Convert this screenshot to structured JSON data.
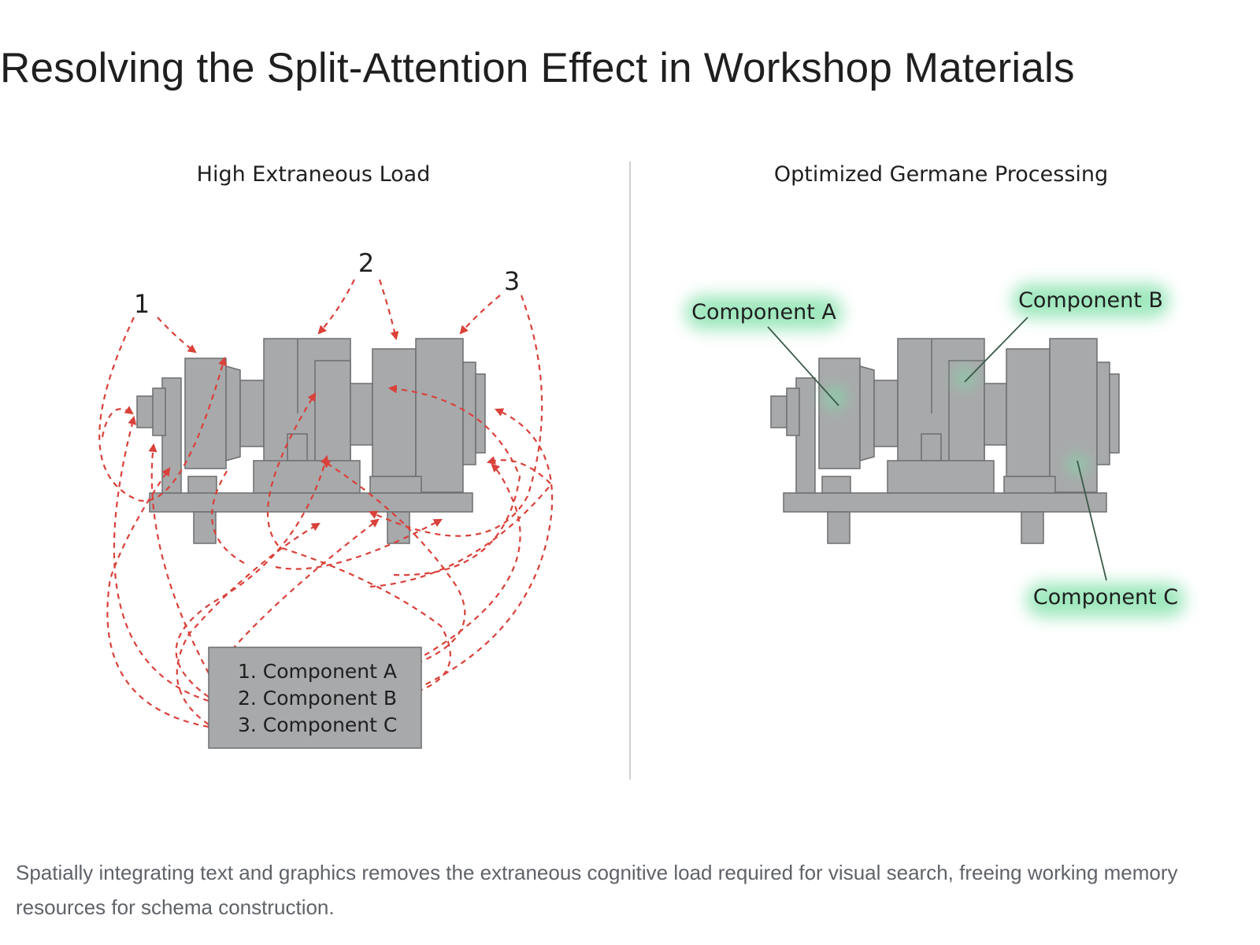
{
  "title": "Resolving the Split-Attention Effect in Workshop Materials",
  "left_panel": {
    "heading": "High Extraneous Load",
    "numbers": [
      "1",
      "2",
      "3"
    ],
    "legend_items": [
      "1. Component A",
      "2. Component B",
      "3. Component C"
    ]
  },
  "right_panel": {
    "heading": "Optimized Germane Processing",
    "labels": [
      "Component A",
      "Component B",
      "Component C"
    ]
  },
  "caption": "Spatially integrating text and graphics removes the extraneous cognitive load required for visual search, freeing working memory resources for schema construction.",
  "colors": {
    "machine": "#a8a9ab",
    "machine_stroke": "#6d6e70",
    "arrow": "#d9413a",
    "glow": "#7fe0a8",
    "divider": "#d0d0d0"
  }
}
